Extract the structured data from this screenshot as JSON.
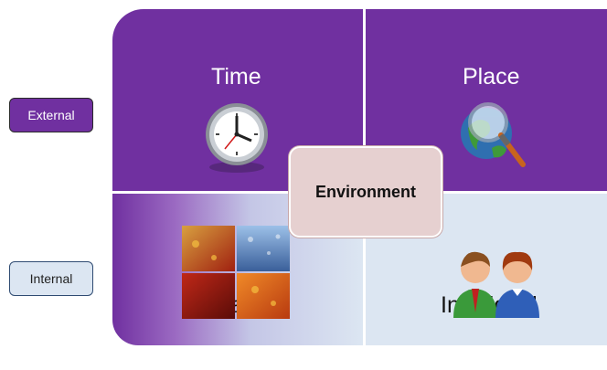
{
  "legend": {
    "external": "External",
    "internal": "Internal"
  },
  "quadrants": {
    "time": "Time",
    "place": "Place",
    "situation": "Situation",
    "individual": "Individual"
  },
  "center_label": "Environment",
  "colors": {
    "purple": "#7030a0",
    "light_blue": "#dce6f2",
    "center_fill": "#e6d0d0"
  },
  "icons": [
    "clock-icon",
    "magnifier-globe-icon",
    "autumn-photos-icon",
    "people-icon"
  ]
}
